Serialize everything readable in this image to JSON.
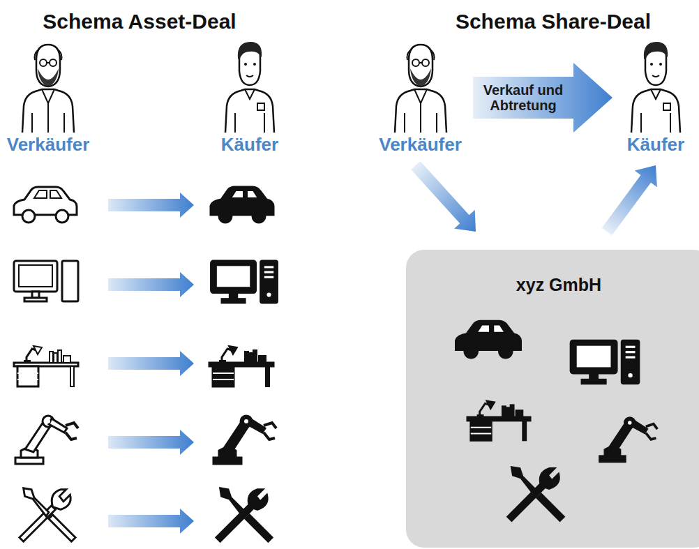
{
  "diagram": {
    "nodes": [
      {
        "text": [
          "Verkäufer"
        ]
      },
      {
        "text": [
          "Käufer"
        ]
      },
      {
        "text": [
          "Verkäufer"
        ]
      },
      {
        "text": [
          "Käufer"
        ]
      },
      {
        "text": [
          "xyz GmbH"
        ]
      }
    ],
    "edges": [
      {
        "from": 2,
        "to": 3,
        "label": "Verkauf und Abtretung",
        "arrow": "to"
      },
      {
        "from": 2,
        "to": 4,
        "arrow": "to"
      },
      {
        "from": 4,
        "to": 3,
        "arrow": "to"
      }
    ],
    "labels": [
      "Schema Asset-Deal",
      "Schema Share-Deal"
    ]
  }
}
